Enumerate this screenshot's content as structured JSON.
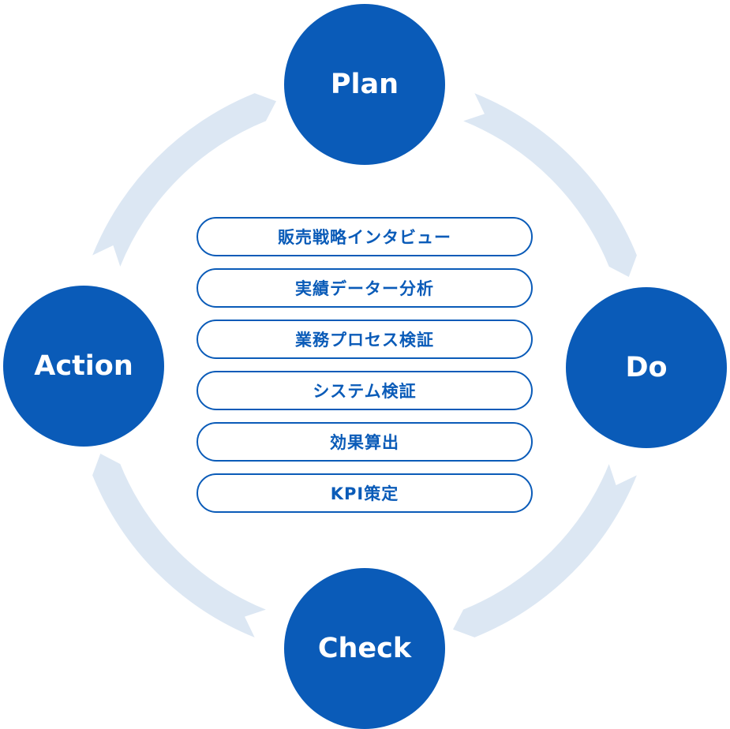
{
  "colors": {
    "node": "#0a5bb8",
    "ring": "#dce7f3"
  },
  "cycle": {
    "plan": {
      "label": "Plan"
    },
    "do": {
      "label": "Do"
    },
    "check": {
      "label": "Check"
    },
    "action": {
      "label": "Action"
    }
  },
  "activities": [
    "販売戦略インタビュー",
    "実績データー分析",
    "業務プロセス検証",
    "システム検証",
    "効果算出",
    "KPI策定"
  ]
}
